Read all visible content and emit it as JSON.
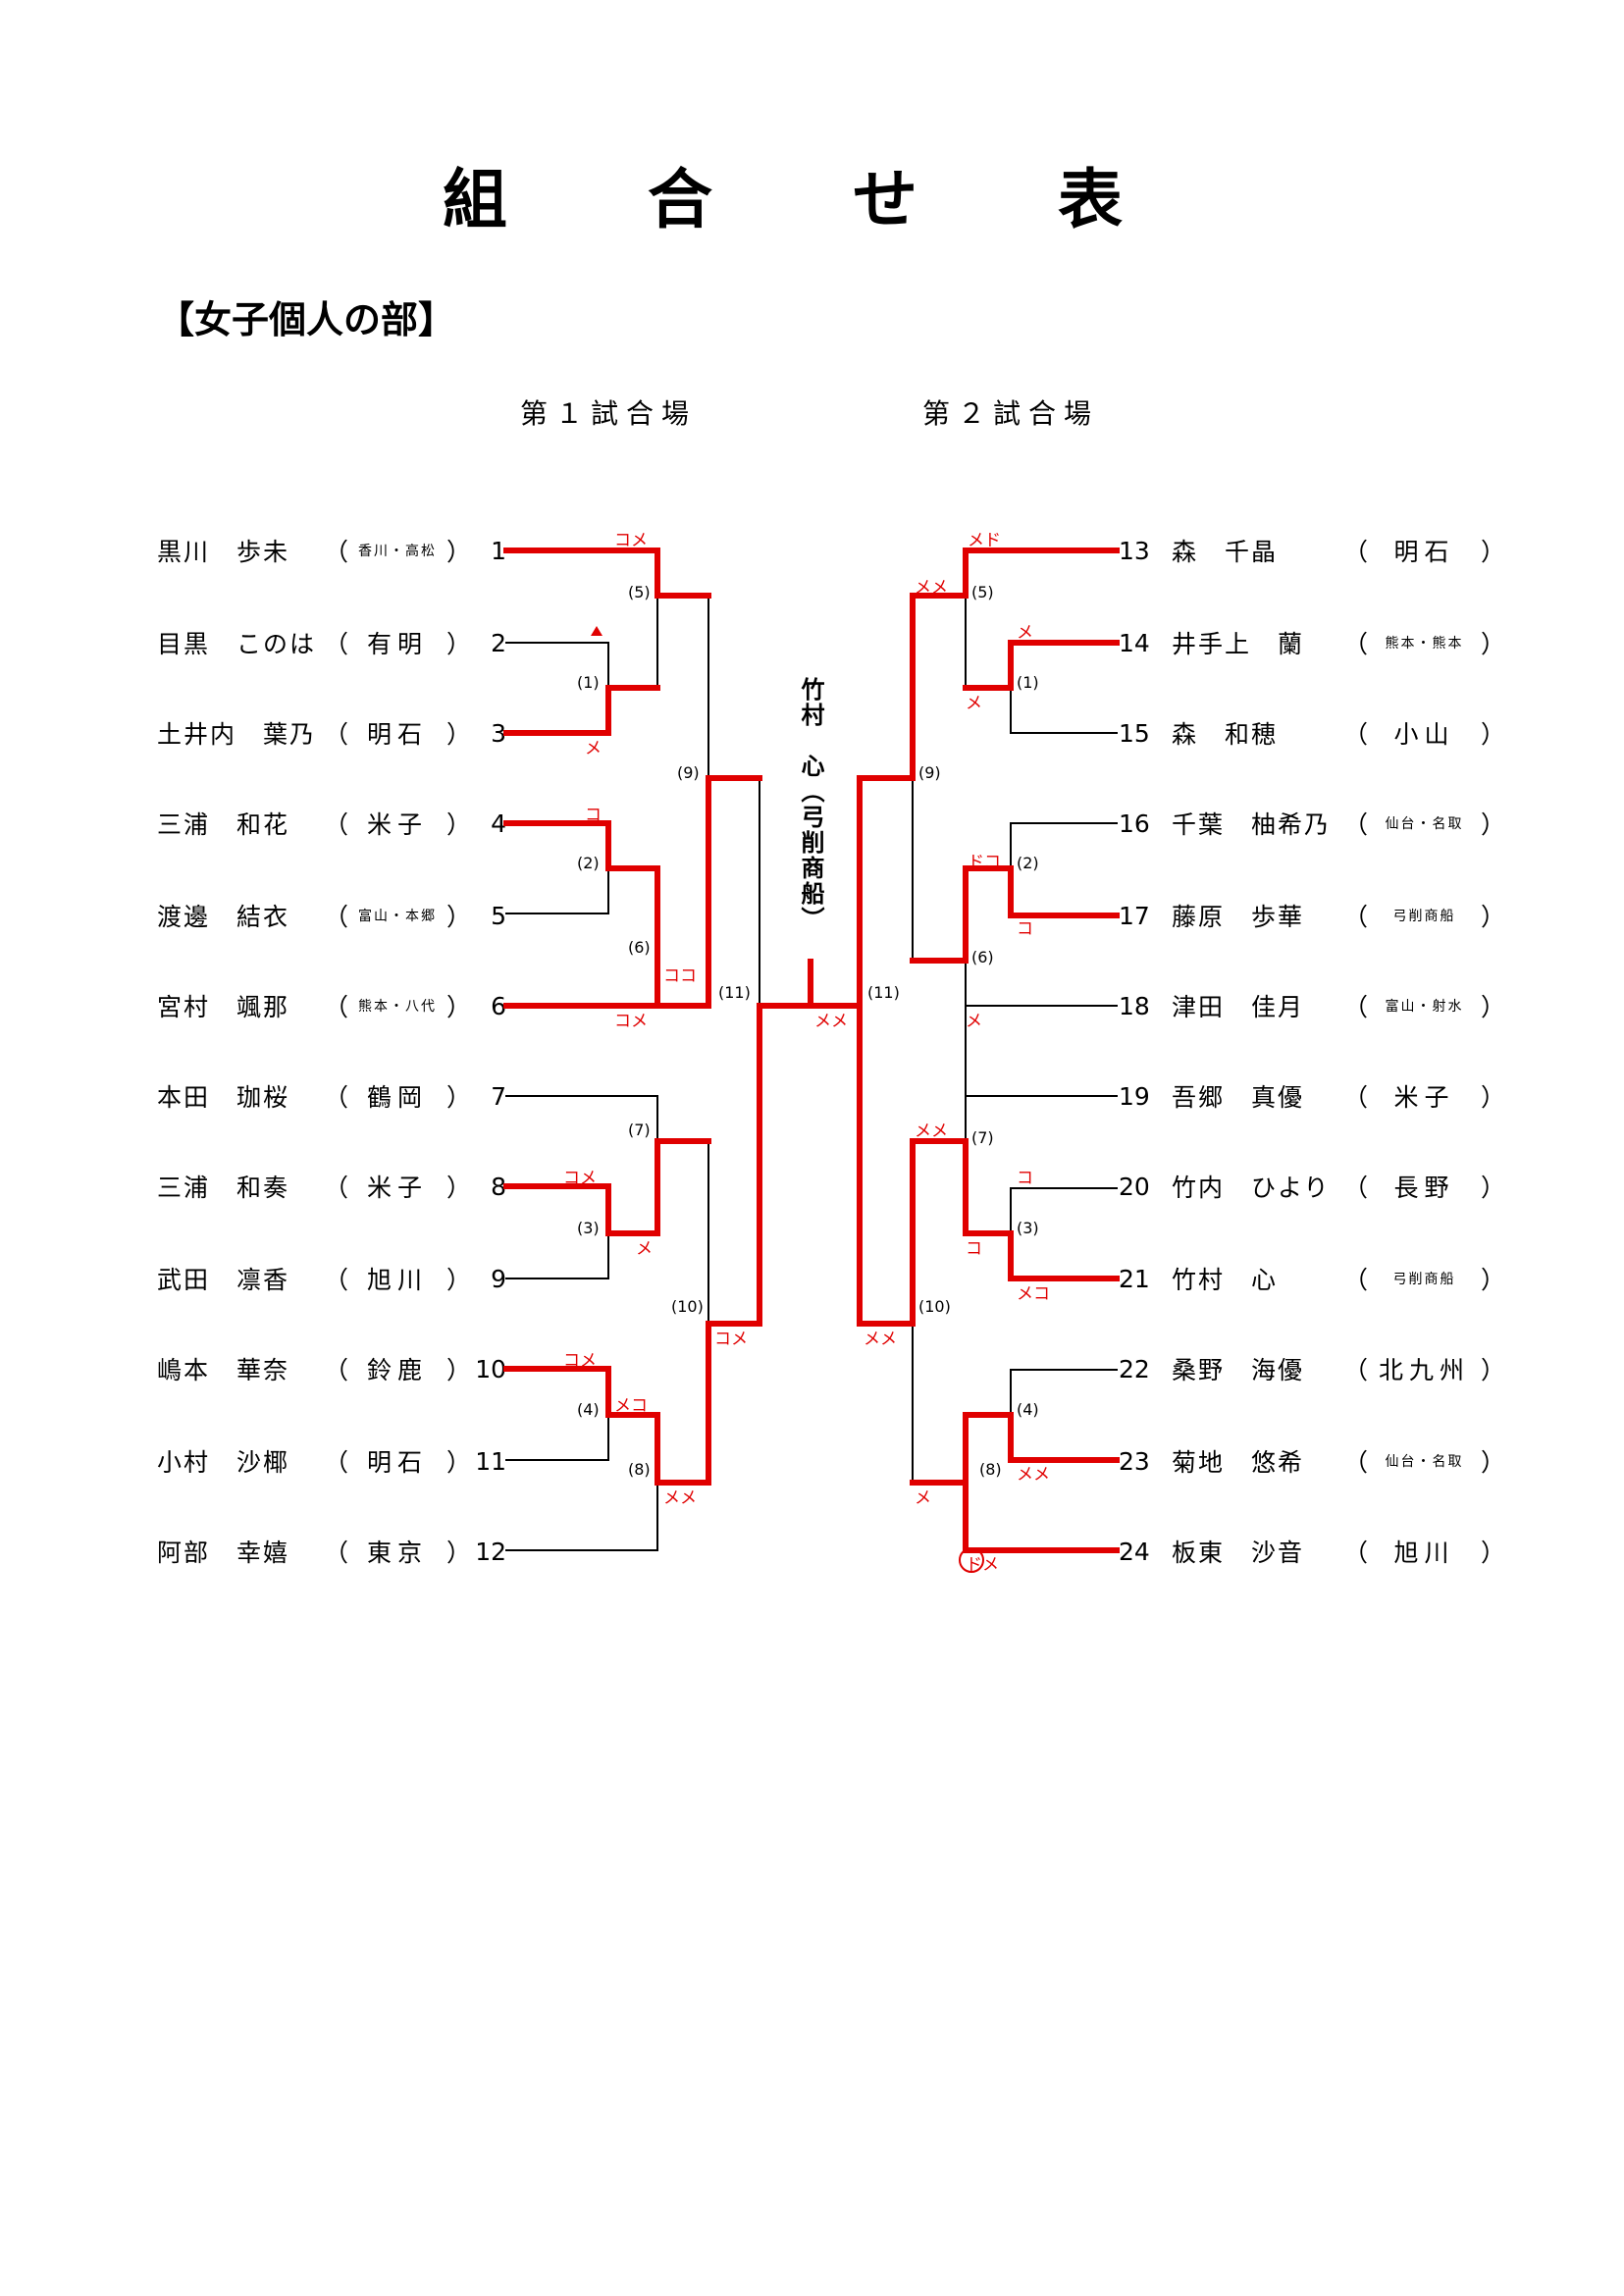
{
  "title": "組 合 せ 表",
  "section": "【女子個人の部】",
  "courts": {
    "court1": "第１試合場",
    "court2": "第２試合場"
  },
  "winner": "竹村　心（弓削商船）",
  "entries_left": [
    {
      "num": "1",
      "name": "黒川　歩未",
      "school": "香川・高松",
      "small": true
    },
    {
      "num": "2",
      "name": "目黒　このは",
      "school": "有明",
      "small": false
    },
    {
      "num": "3",
      "name": "土井内　葉乃",
      "school": "明石",
      "small": false
    },
    {
      "num": "4",
      "name": "三浦　和花",
      "school": "米子",
      "small": false
    },
    {
      "num": "5",
      "name": "渡邊　結衣",
      "school": "富山・本郷",
      "small": true
    },
    {
      "num": "6",
      "name": "宮村　颯那",
      "school": "熊本・八代",
      "small": true
    },
    {
      "num": "7",
      "name": "本田　珈桜",
      "school": "鶴岡",
      "small": false
    },
    {
      "num": "8",
      "name": "三浦　和奏",
      "school": "米子",
      "small": false
    },
    {
      "num": "9",
      "name": "武田　凛香",
      "school": "旭川",
      "small": false
    },
    {
      "num": "10",
      "name": "嶋本　華奈",
      "school": "鈴鹿",
      "small": false
    },
    {
      "num": "11",
      "name": "小村　沙椰",
      "school": "明石",
      "small": false
    },
    {
      "num": "12",
      "name": "阿部　幸嬉",
      "school": "東京",
      "small": false
    }
  ],
  "entries_right": [
    {
      "num": "13",
      "name": "森　千晶",
      "school": "明石",
      "small": false
    },
    {
      "num": "14",
      "name": "井手上　蘭",
      "school": "熊本・熊本",
      "small": true
    },
    {
      "num": "15",
      "name": "森　和穂",
      "school": "小山",
      "small": false
    },
    {
      "num": "16",
      "name": "千葉　柚希乃",
      "school": "仙台・名取",
      "small": true
    },
    {
      "num": "17",
      "name": "藤原　歩華",
      "school": "弓削商船",
      "small": true
    },
    {
      "num": "18",
      "name": "津田　佳月",
      "school": "富山・射水",
      "small": true
    },
    {
      "num": "19",
      "name": "吾郷　真優",
      "school": "米子",
      "small": false
    },
    {
      "num": "20",
      "name": "竹内　ひより",
      "school": "長野",
      "small": false
    },
    {
      "num": "21",
      "name": "竹村　心",
      "school": "弓削商船",
      "small": true
    },
    {
      "num": "22",
      "name": "桑野　海優",
      "school": "北九州",
      "small": false
    },
    {
      "num": "23",
      "name": "菊地　悠希",
      "school": "仙台・名取",
      "small": true
    },
    {
      "num": "24",
      "name": "板東　沙音",
      "school": "旭川",
      "small": false
    }
  ],
  "match_labels": [
    "(1)",
    "(2)",
    "(3)",
    "(4)",
    "(5)",
    "(6)",
    "(7)",
    "(8)",
    "(9)",
    "(10)",
    "(11)"
  ],
  "scores": [
    "コメ",
    "メ",
    "コ",
    "ココ",
    "コメ",
    "コメ",
    "メ",
    "コメ",
    "メコ",
    "メメ",
    "コメ",
    "メメ",
    "メド",
    "メメ",
    "メ",
    "メ",
    "ドコ",
    "コ",
    "メ",
    "メメ",
    "コ",
    "コ",
    "メコ",
    "メメ",
    "メメ",
    "メ",
    "ドメ"
  ],
  "colors": {
    "win_line": "#e00000",
    "line": "#000000"
  }
}
